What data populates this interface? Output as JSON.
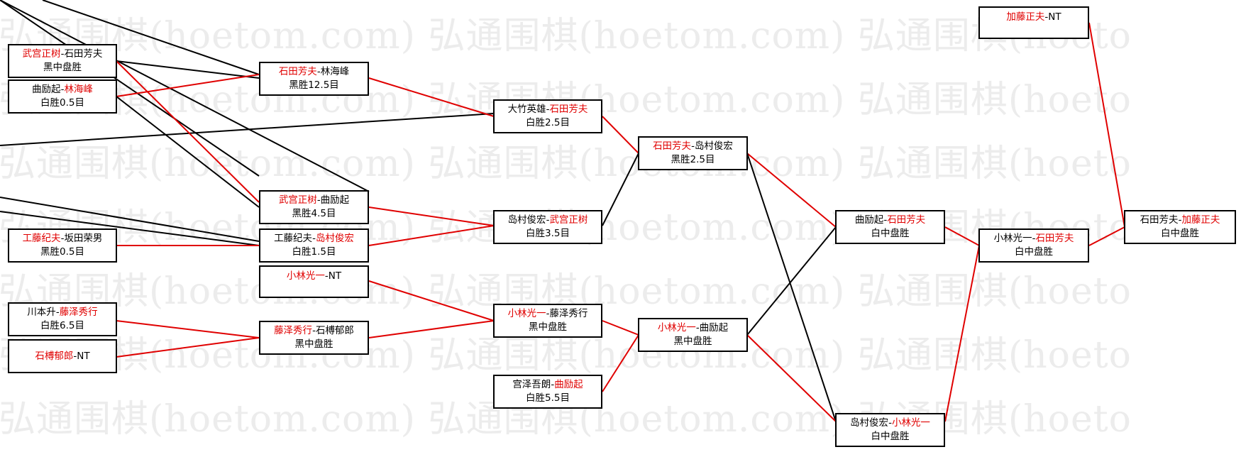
{
  "watermark_text": "弘通围棋(hoetom.com) 弘通围棋(hoetom.com) 弘通围棋(hoeto",
  "colors": {
    "winner": "#e00000",
    "loser": "#000000",
    "border": "#000000",
    "watermark": "#ececec"
  },
  "matches": [
    {
      "id": "m1",
      "p1": "武宫正树",
      "sep": "-",
      "p2": "石田芳夫",
      "winner": 1,
      "result": "黑中盘胜"
    },
    {
      "id": "m2",
      "p1": "曲励起",
      "sep": "-",
      "p2": "林海峰",
      "winner": 2,
      "result": "白胜0.5目"
    },
    {
      "id": "m3",
      "p1": "工藤纪夫",
      "sep": "-",
      "p2": "坂田荣男",
      "winner": 1,
      "result": "黑胜0.5目"
    },
    {
      "id": "m4",
      "p1": "川本升",
      "sep": "-",
      "p2": "藤泽秀行",
      "winner": 2,
      "result": "白胜6.5目"
    },
    {
      "id": "m5",
      "p1": "石榑郁郎",
      "sep": "-",
      "p2": "NT",
      "winner": 1,
      "result": ""
    },
    {
      "id": "m6",
      "p1": "石田芳夫",
      "sep": "-",
      "p2": "林海峰",
      "winner": 1,
      "result": "黑胜12.5目"
    },
    {
      "id": "m7",
      "p1": "武宫正树",
      "sep": "-",
      "p2": "曲励起",
      "winner": 1,
      "result": "黑胜4.5目"
    },
    {
      "id": "m8",
      "p1": "工藤纪夫",
      "sep": "-",
      "p2": "岛村俊宏",
      "winner": 2,
      "result": "白胜1.5目"
    },
    {
      "id": "m9",
      "p1": "小林光一",
      "sep": "-",
      "p2": "NT",
      "winner": 1,
      "result": ""
    },
    {
      "id": "m10",
      "p1": "藤泽秀行",
      "sep": "-",
      "p2": "石榑郁郎",
      "winner": 1,
      "result": "黑中盘胜"
    },
    {
      "id": "m11",
      "p1": "大竹英雄",
      "sep": "-",
      "p2": "石田芳夫",
      "winner": 2,
      "result": "白胜2.5目"
    },
    {
      "id": "m12",
      "p1": "岛村俊宏",
      "sep": "-",
      "p2": "武宫正树",
      "winner": 2,
      "result": "白胜3.5目"
    },
    {
      "id": "m13",
      "p1": "小林光一",
      "sep": "-",
      "p2": "藤泽秀行",
      "winner": 1,
      "result": "黑中盘胜"
    },
    {
      "id": "m14",
      "p1": "宫泽吾朗",
      "sep": "-",
      "p2": "曲励起",
      "winner": 2,
      "result": "白胜5.5目"
    },
    {
      "id": "m15",
      "p1": "石田芳夫",
      "sep": "-",
      "p2": "岛村俊宏",
      "winner": 1,
      "result": "黑胜2.5目"
    },
    {
      "id": "m16",
      "p1": "小林光一",
      "sep": "-",
      "p2": "曲励起",
      "winner": 1,
      "result": "黑中盘胜"
    },
    {
      "id": "m17",
      "p1": "曲励起",
      "sep": "-",
      "p2": "石田芳夫",
      "winner": 2,
      "result": "白中盘胜"
    },
    {
      "id": "m18",
      "p1": "岛村俊宏",
      "sep": "-",
      "p2": "小林光一",
      "winner": 2,
      "result": "白中盘胜"
    },
    {
      "id": "m19",
      "p1": "小林光一",
      "sep": "-",
      "p2": "石田芳夫",
      "winner": 2,
      "result": "白中盘胜"
    },
    {
      "id": "m20",
      "p1": "加藤正夫",
      "sep": "-",
      "p2": "NT",
      "winner": 1,
      "result": ""
    },
    {
      "id": "m21",
      "p1": "石田芳夫",
      "sep": "-",
      "p2": "加藤正夫",
      "winner": 2,
      "result": "白中盘胜"
    }
  ]
}
